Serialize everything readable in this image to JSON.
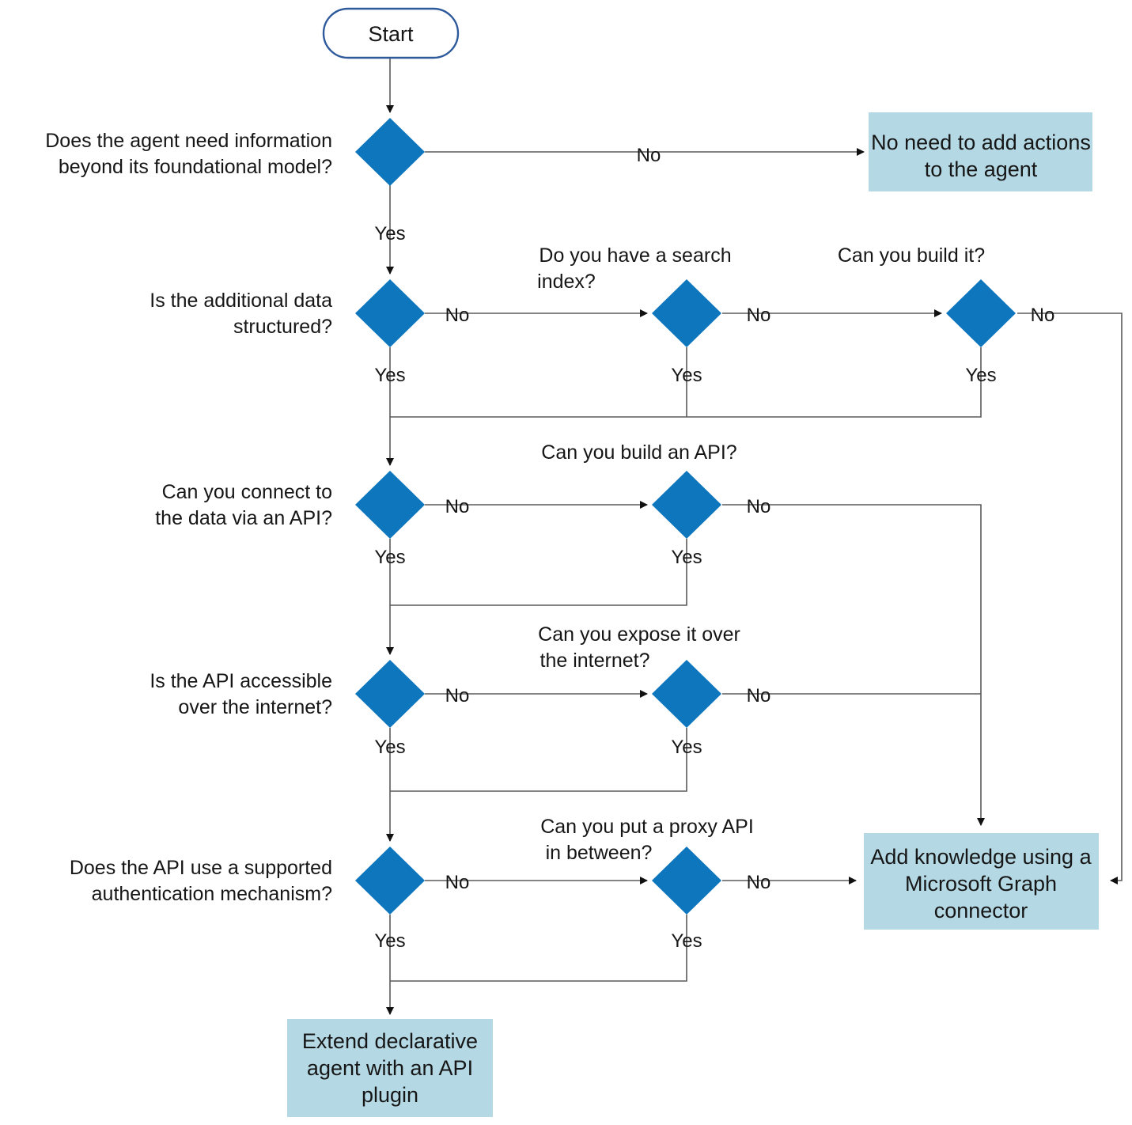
{
  "diagram": {
    "title": "Agent extensibility decision flowchart",
    "colors": {
      "diamond_fill": "#0e76bc",
      "terminal_box_fill": "#b4d8e4",
      "start_border": "#2e5a9c",
      "edge": "#5a5a5a",
      "text": "#161616",
      "background": "#ffffff"
    },
    "start": {
      "label": "Start"
    },
    "decisions": [
      {
        "id": "need-info",
        "question_line1": "Does the agent need information",
        "question_line2": "beyond its foundational model?",
        "yes_label": "Yes",
        "no_label": "No"
      },
      {
        "id": "structured",
        "question_line1": "Is the additional data",
        "question_line2": "structured?",
        "yes_label": "Yes",
        "no_label": "No"
      },
      {
        "id": "search-index",
        "question_line1": "Do you have a search",
        "question_line2": "index?",
        "yes_label": "Yes",
        "no_label": "No"
      },
      {
        "id": "build-index",
        "question_line1": "Can you build it?",
        "question_line2": "",
        "yes_label": "Yes",
        "no_label": "No"
      },
      {
        "id": "connect-api",
        "question_line1": "Can you connect to",
        "question_line2": "the data via an API?",
        "yes_label": "Yes",
        "no_label": "No"
      },
      {
        "id": "build-api",
        "question_line1": "Can you build an API?",
        "question_line2": "",
        "yes_label": "Yes",
        "no_label": "No"
      },
      {
        "id": "api-internet",
        "question_line1": "Is the API accessible",
        "question_line2": "over the internet?",
        "yes_label": "Yes",
        "no_label": "No"
      },
      {
        "id": "expose-internet",
        "question_line1": "Can you expose it over",
        "question_line2": "the internet?",
        "yes_label": "Yes",
        "no_label": "No"
      },
      {
        "id": "supported-auth",
        "question_line1": "Does the API use a supported",
        "question_line2": "authentication mechanism?",
        "yes_label": "Yes",
        "no_label": "No"
      },
      {
        "id": "proxy-api",
        "question_line1": "Can you put a proxy API",
        "question_line2": "in between?",
        "yes_label": "Yes",
        "no_label": "No"
      }
    ],
    "outcomes": [
      {
        "id": "no-actions",
        "line1": "No need to add actions",
        "line2": "to the agent",
        "line3": ""
      },
      {
        "id": "graph-connector",
        "line1": "Add knowledge using a",
        "line2": "Microsoft Graph",
        "line3": "connector"
      },
      {
        "id": "api-plugin",
        "line1": "Extend declarative",
        "line2": "agent with an API",
        "line3": "plugin"
      }
    ]
  }
}
